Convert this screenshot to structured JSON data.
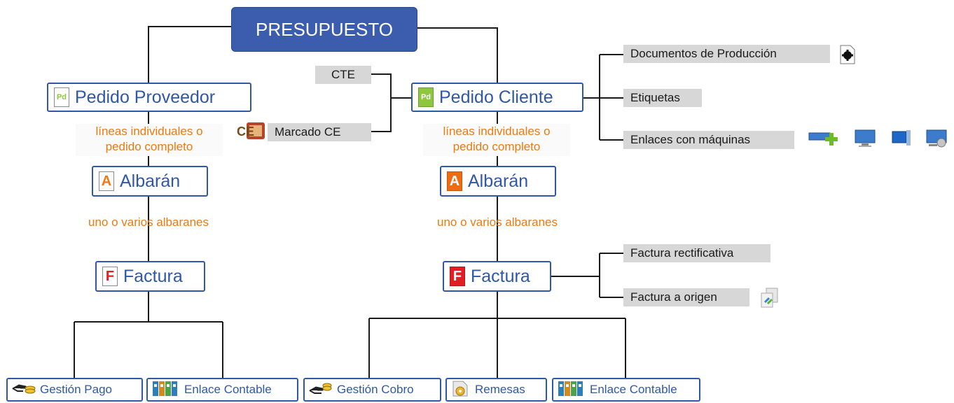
{
  "root": {
    "label": "PRESUPUESTO"
  },
  "left": {
    "pedido": "Pedido Proveedor",
    "relation1": [
      "líneas individuales o",
      "pedido completo"
    ],
    "albaran": "Albarán",
    "relation2": "uno o varios albaranes",
    "factura": "Factura",
    "gestion": "Gestión Pago",
    "enlace": "Enlace Contable"
  },
  "center": {
    "cte": "CTE",
    "marcado": "Marcado CE"
  },
  "right": {
    "pedido": "Pedido Cliente",
    "relation1": [
      "líneas individuales o",
      "pedido completo"
    ],
    "albaran": "Albarán",
    "relation2": "uno o varios albaranes",
    "factura": "Factura",
    "gestion": "Gestión Cobro",
    "remesas": "Remesas",
    "enlace": "Enlace Contable",
    "pedido_children": [
      "Documentos de Producción",
      "Etiquetas",
      "Enlaces con máquinas"
    ],
    "factura_children": [
      "Factura rectificativa",
      "Factura a origen"
    ]
  },
  "icons": {
    "pedido": "pd-document-icon",
    "albaran": "a-document-icon",
    "factura": "f-document-icon",
    "gestion_pago": "hand-coins-icon",
    "enlace_contable": "binders-icon",
    "gestion_cobro": "hand-coins-icon",
    "remesas": "folder-gear-icon",
    "marcado": "ce-mark-icon",
    "documentos": "gear-document-icon",
    "maquinas": [
      "monitor-add-icon",
      "monitor-icon",
      "computer-icon",
      "monitor-settings-icon"
    ],
    "factura_origen": "document-arrows-icon"
  },
  "colors": {
    "box_border": "#2f58a8",
    "root_fill": "#3c5cad",
    "relation_text": "#ea7a14",
    "tag_fill": "#d7d7d7"
  }
}
